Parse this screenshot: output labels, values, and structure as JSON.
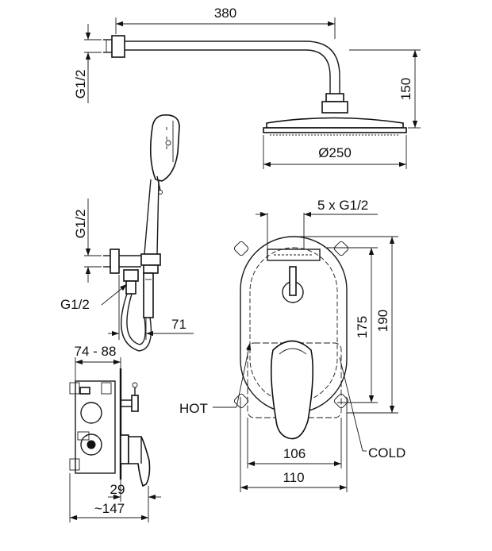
{
  "dimensions": {
    "arm_length": "380",
    "shower_height": "150",
    "head_diameter": "Ø250",
    "arm_thread": "G1/2",
    "hand_thread_top": "G1/2",
    "hand_thread_side": "G1/2",
    "hand_offset": "71",
    "outlets": "5 x G1/2",
    "box_height_inner": "175",
    "box_height_outer": "190",
    "depth_range": "74 - 88",
    "cover_width_inner": "106",
    "cover_width_outer": "110",
    "handle_depth": "29",
    "total_depth": "~147"
  },
  "labels": {
    "hot": "HOT",
    "cold": "COLD"
  }
}
